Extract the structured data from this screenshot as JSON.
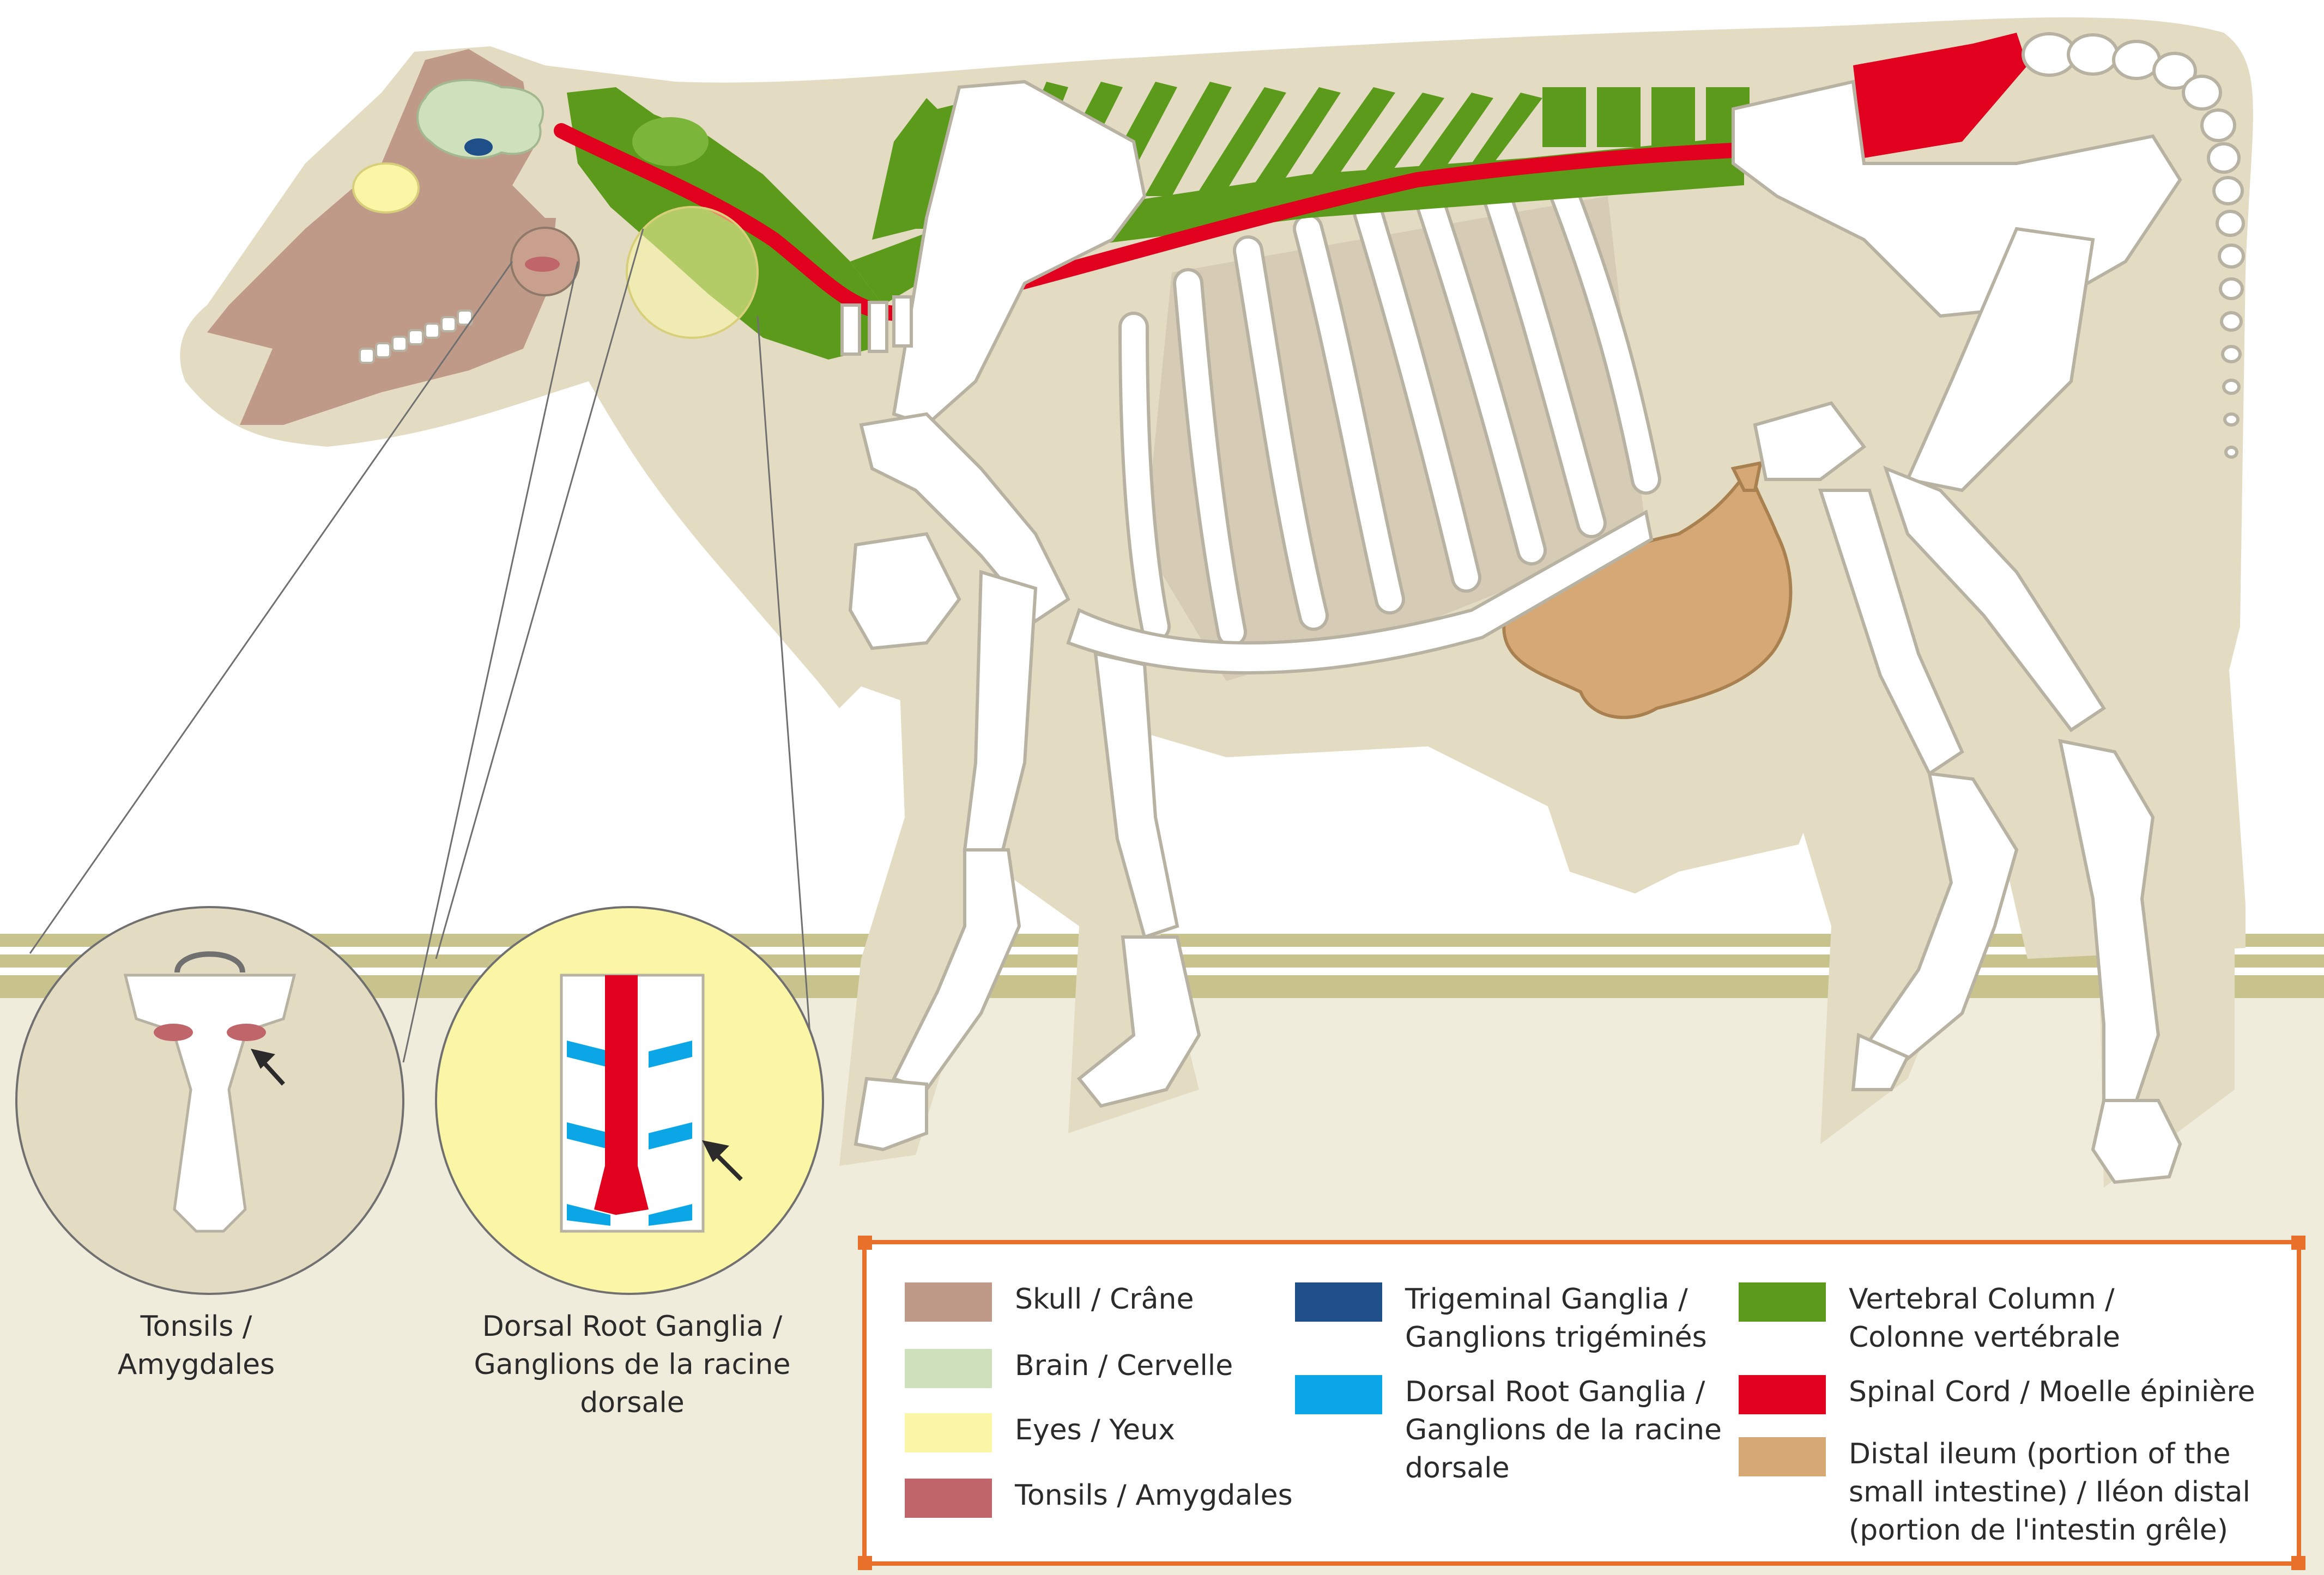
{
  "callouts": {
    "tonsils": [
      "Tonsils /",
      "Amygdales"
    ],
    "drg": [
      "Dorsal Root Ganglia /",
      "Ganglions de la racine",
      "dorsale"
    ]
  },
  "legend": {
    "items": [
      {
        "id": "skull",
        "color": "#c09a88",
        "lines": [
          "Skull / Crâne"
        ]
      },
      {
        "id": "brain",
        "color": "#cfe0bd",
        "lines": [
          "Brain / Cervelle"
        ]
      },
      {
        "id": "eyes",
        "color": "#fbf5a6",
        "lines": [
          "Eyes / Yeux"
        ]
      },
      {
        "id": "tonsils",
        "color": "#c0656a",
        "lines": [
          "Tonsils / Amygdales"
        ]
      },
      {
        "id": "trigeminal",
        "color": "#1f4f88",
        "lines": [
          "Trigeminal Ganglia /",
          "Ganglions trigéminés"
        ]
      },
      {
        "id": "dorsal-root",
        "color": "#0aa6e6",
        "lines": [
          "Dorsal Root Ganglia /",
          "Ganglions de la racine",
          "dorsale"
        ]
      },
      {
        "id": "vertebral",
        "color": "#5c9a1c",
        "lines": [
          "Vertebral Column /",
          "Colonne vertébrale"
        ]
      },
      {
        "id": "spinal-cord",
        "color": "#e1001d",
        "lines": [
          "Spinal Cord / Moelle épinière"
        ]
      },
      {
        "id": "ileum",
        "color": "#d6a876",
        "lines": [
          "Distal ileum (portion of the",
          "small intestine) / Iléon distal",
          "(portion de l'intestin grêle)"
        ]
      }
    ]
  },
  "colors": {
    "body": "#e3dcc3",
    "floor": "#efecdc",
    "stripe": "#c8c38d",
    "bone": "#ffffff",
    "bone_outline": "#b8b2a2",
    "legend_border": "#e8702a"
  }
}
